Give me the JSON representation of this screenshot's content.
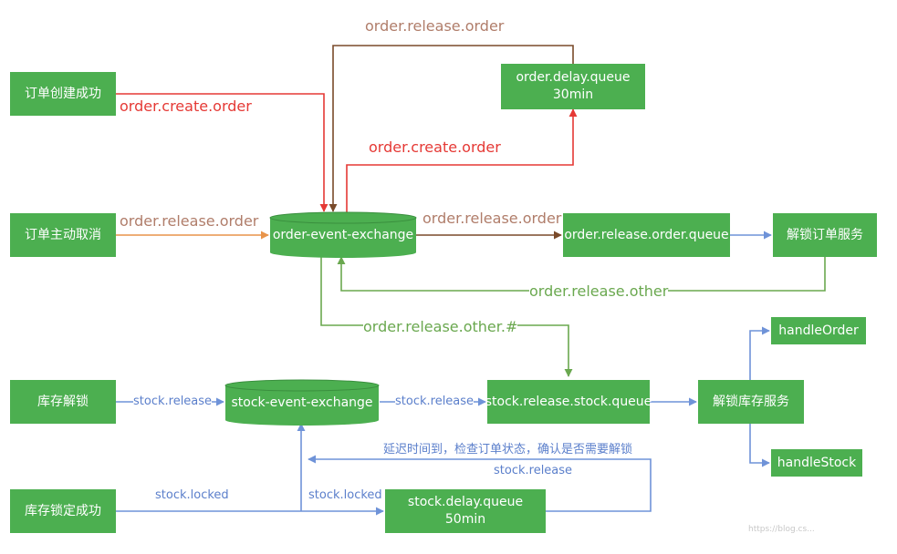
{
  "colors": {
    "node_fill": "#4caf50",
    "node_text": "#ffffff",
    "red": "#e53935",
    "orange": "#e8944a",
    "brown": "#7a4a2a",
    "tan_label": "#b07d6a",
    "green_line": "#6aa84f",
    "blue_line": "#6f93d8",
    "blue_label": "#5b7fcb"
  },
  "nodes": {
    "order_created": "订单创建成功",
    "order_cancel": "订单主动取消",
    "stock_unlock": "库存解锁",
    "stock_locked_success": "库存锁定成功",
    "order_delay_queue": [
      "order.delay.queue",
      "30min"
    ],
    "order_event_exchange": "order-event-exchange",
    "order_release_order_queue": "order.release.order.queue",
    "unlock_order_service": "解锁订单服务",
    "stock_event_exchange": "stock-event-exchange",
    "stock_release_stock_queue": "stock.release.stock.queue",
    "unlock_stock_service": "解锁库存服务",
    "handle_order": "handleOrder",
    "handle_stock": "handleStock",
    "stock_delay_queue": [
      "stock.delay.queue",
      "50min"
    ]
  },
  "edge_labels": {
    "order_release_order_top": "order.release.order",
    "order_create_order_left": "order.create.order",
    "order_create_order_mid": "order.create.order",
    "order_release_order_cancel": "order.release.order",
    "order_release_order_right": "order.release.order",
    "order_release_other": "order.release.other",
    "order_release_other_hash": "order.release.other.#",
    "stock_release_left": "stock.release",
    "stock_release_right": "stock.release",
    "delay_note": "延迟时间到，检查订单状态，确认是否需要解锁",
    "stock_release_bottom": "stock.release",
    "stock_locked_left": "stock.locked",
    "stock_locked_mid": "stock.locked"
  },
  "watermark": "https://blog.cs..."
}
